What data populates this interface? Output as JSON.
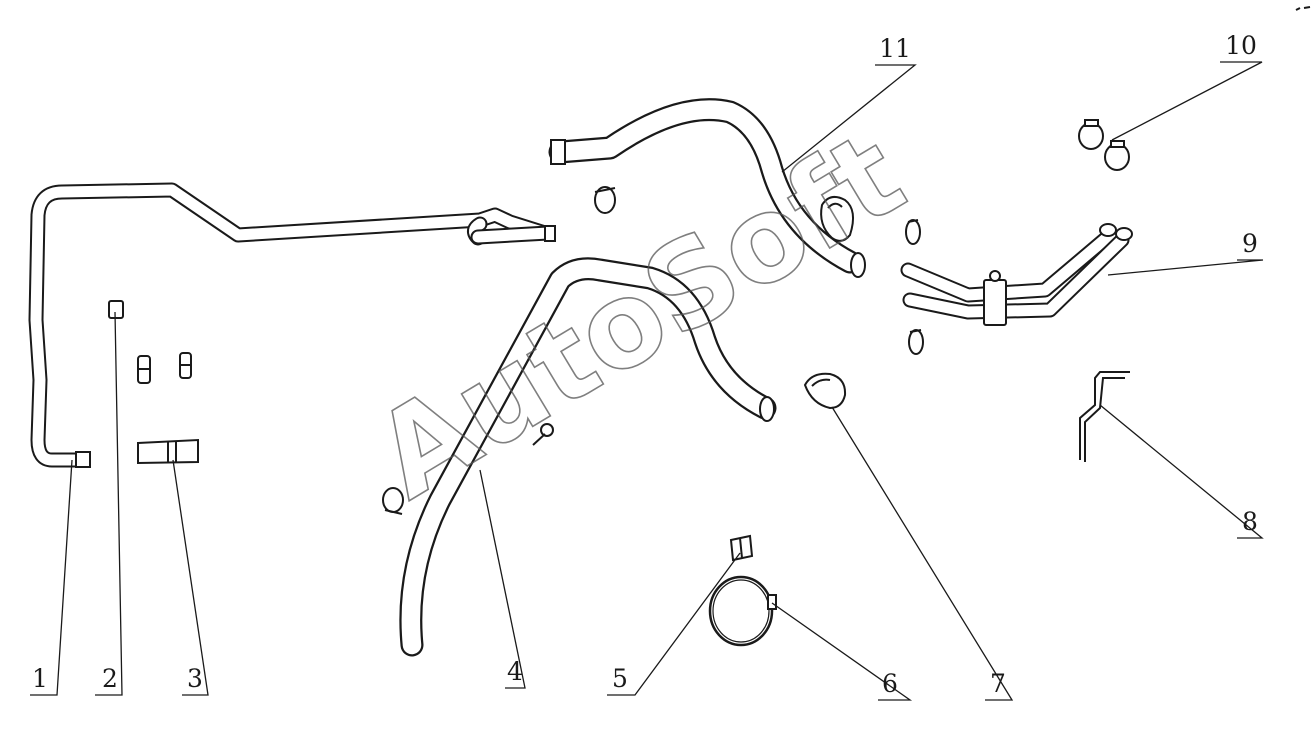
{
  "watermark": {
    "text": "AutoSoft"
  },
  "callouts": [
    {
      "id": "1",
      "label": "1"
    },
    {
      "id": "2",
      "label": "2"
    },
    {
      "id": "3",
      "label": "3"
    },
    {
      "id": "4",
      "label": "4"
    },
    {
      "id": "5",
      "label": "5"
    },
    {
      "id": "6",
      "label": "6"
    },
    {
      "id": "7",
      "label": "7"
    },
    {
      "id": "8",
      "label": "8"
    },
    {
      "id": "9",
      "label": "9"
    },
    {
      "id": "10",
      "label": "10"
    },
    {
      "id": "11",
      "label": "11"
    }
  ]
}
